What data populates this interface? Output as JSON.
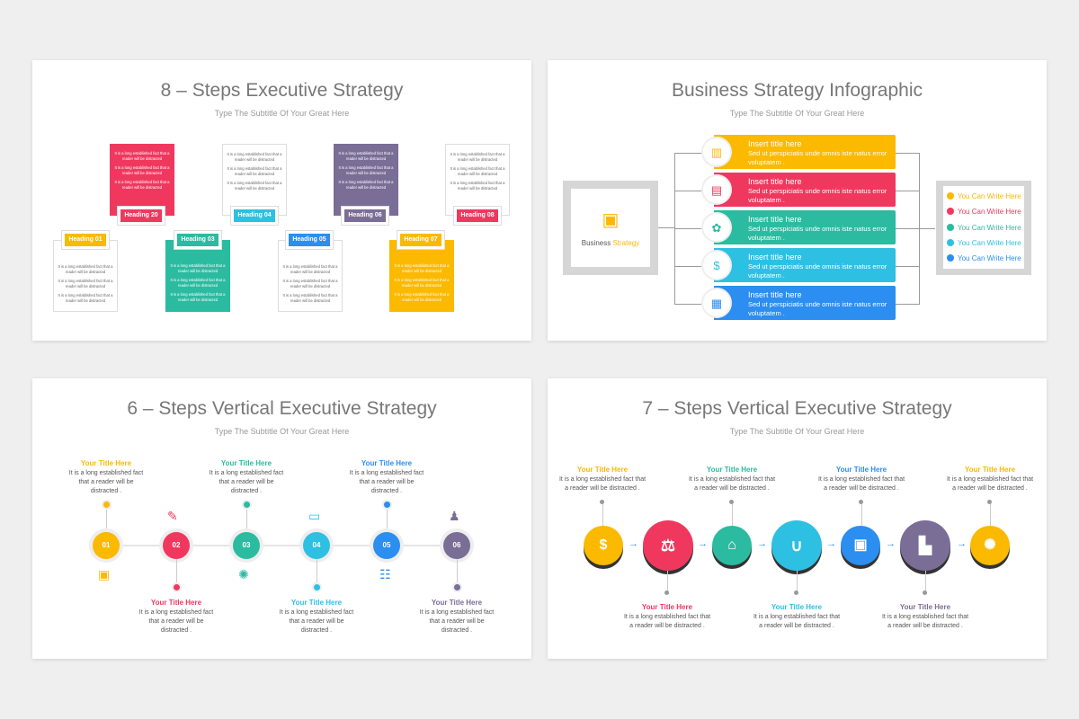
{
  "slide1": {
    "title": "8 – Steps Executive Strategy",
    "subtitle": "Type The Subtitle Of Your Great Here",
    "body_text": "It is a long established fact that a reader will be distracted",
    "headings": [
      "Heading 01",
      "Heading 20",
      "Heading 03",
      "Heading 04",
      "Heading 05",
      "Heading 06",
      "Heading 07",
      "Heading 08"
    ]
  },
  "slide2": {
    "title": "Business Strategy Infographic",
    "subtitle": "Type The Subtitle Of Your Great Here",
    "center_label_1": "Business",
    "center_label_2": "Strategy",
    "items": [
      {
        "title": "Insert title here",
        "desc": "Sed ut perspiciatis unde omnis iste natus error voluptatem ."
      },
      {
        "title": "Insert title here",
        "desc": "Sed ut perspiciatis unde omnis iste natus error voluptatem ."
      },
      {
        "title": "Insert title here",
        "desc": "Sed ut perspiciatis unde omnis iste natus error voluptatem ."
      },
      {
        "title": "Insert title here",
        "desc": "Sed ut perspiciatis unde omnis iste natus error voluptatem ."
      },
      {
        "title": "Insert title here",
        "desc": "Sed ut perspiciatis unde omnis iste natus error voluptatem ."
      }
    ],
    "legend": [
      "You Can Write Here",
      "You Can Write Here",
      "You Can Write Here",
      "You Can Write Here",
      "You Can Write Here"
    ]
  },
  "slide3": {
    "title": "6 – Steps Vertical Executive Strategy",
    "subtitle": "Type The Subtitle Of Your Great Here",
    "steps": [
      {
        "num": "01",
        "title": "Your Title Here",
        "text": "It is a long established fact that a reader will be distracted ."
      },
      {
        "num": "02",
        "title": "Your Title Here",
        "text": "It is a long established fact that a reader will be distracted ."
      },
      {
        "num": "03",
        "title": "Your Title Here",
        "text": "It is a long established fact that a reader will be distracted ."
      },
      {
        "num": "04",
        "title": "Your Title Here",
        "text": "It is a long established fact that a reader will be distracted ."
      },
      {
        "num": "05",
        "title": "Your Title Here",
        "text": "It is a long established fact that a reader will be distracted ."
      },
      {
        "num": "06",
        "title": "Your Title Here",
        "text": "It is a long established fact that a reader will be distracted ."
      }
    ]
  },
  "slide4": {
    "title": "7 – Steps Vertical Executive Strategy",
    "subtitle": "Type The Subtitle Of Your Great Here",
    "steps": [
      {
        "title": "Your Title Here",
        "text": "It is a long established fact that a reader will be distracted ."
      },
      {
        "title": "Your Title Here",
        "text": "It is a long established fact that a reader will be distracted ."
      },
      {
        "title": "Your Title Here",
        "text": "It is a long established fact that a reader will be distracted ."
      },
      {
        "title": "Your Title Here",
        "text": "It is a long established fact that a reader will be distracted ."
      },
      {
        "title": "Your Title Here",
        "text": "It is a long established fact that a reader will be distracted ."
      },
      {
        "title": "Your Title Here",
        "text": "It is a long established fact that a reader will be distracted ."
      },
      {
        "title": "Your Title Here",
        "text": "It is a long established fact that a reader will be distracted ."
      }
    ]
  },
  "colors": {
    "yellow": "#fbb900",
    "red": "#f0385f",
    "teal": "#2bbba0",
    "cyan": "#2ec0e3",
    "blue": "#2b8ef0",
    "purple": "#7a6d96",
    "gray": "#aaaaaa"
  }
}
